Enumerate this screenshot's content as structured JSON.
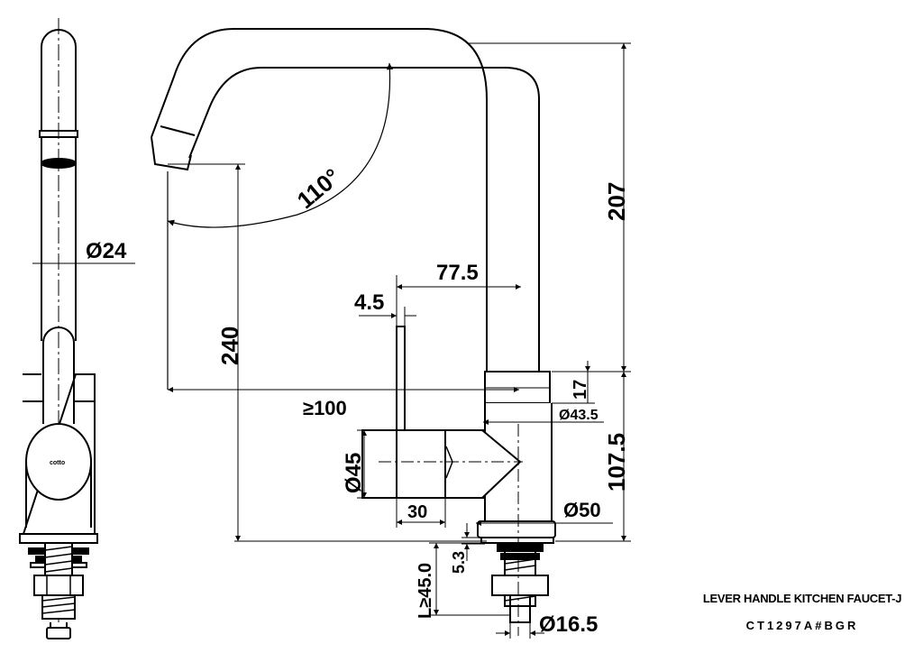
{
  "title": {
    "line1": "LEVER HANDLE KITCHEN FAUCET-J",
    "line2": "CT1297A#BGR"
  },
  "brand_mark": "cotto",
  "dimensions": {
    "spout_diameter": "Ø24",
    "spout_angle": "110°",
    "total_height": "207",
    "spout_reach": "77.5",
    "lever_thickness": "4.5",
    "spout_height": "240",
    "clearance": "≥100",
    "collar_height": "17",
    "collar_diameter": "Ø43.5",
    "body_height": "107.5",
    "handle_diameter": "Ø45",
    "handle_width": "30",
    "base_diameter": "Ø50",
    "gasket": "5.3",
    "shank_length": "L≥45.0",
    "shank_diameter": "Ø16.5"
  },
  "colors": {
    "line": "#000000",
    "background": "#ffffff"
  }
}
